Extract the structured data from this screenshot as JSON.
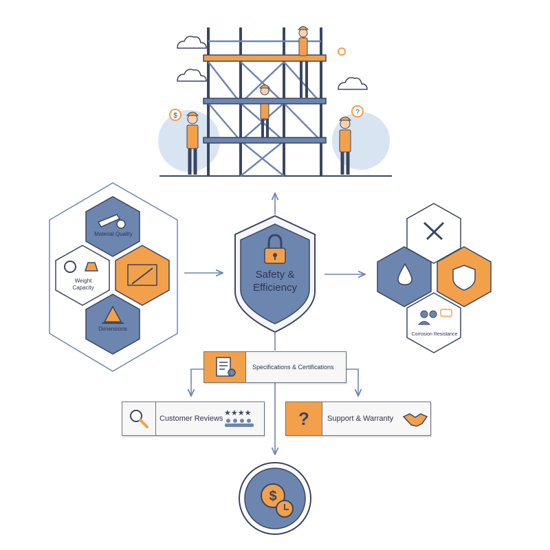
{
  "colors": {
    "blue": "#6d86b0",
    "orange": "#f2a14a",
    "navy": "#3a4561",
    "light_blue": "#d9e4f3",
    "line": "#6d86b0"
  },
  "center": {
    "line1": "Safety &",
    "line2": "Efficiency",
    "icon": "padlock-icon"
  },
  "left_cluster": {
    "material_quality": "Material Quality",
    "weight_capacity_1": "Weight",
    "weight_capacity_2": "Capacity",
    "dimensions": "Dimensions"
  },
  "right_cluster": {
    "corrosion_resistance": "Corrosion Resistance"
  },
  "specs": {
    "label": "Specifications & Certifications",
    "icon": "certificate-icon"
  },
  "reviews": {
    "label": "Customer Reviews",
    "icon": "magnifier-icon"
  },
  "support": {
    "label": "Support & Warranty",
    "icon": "question-mark-icon",
    "glyph": "?"
  },
  "cost": {
    "icon": "dollar-clock-icon",
    "glyph": "$"
  }
}
